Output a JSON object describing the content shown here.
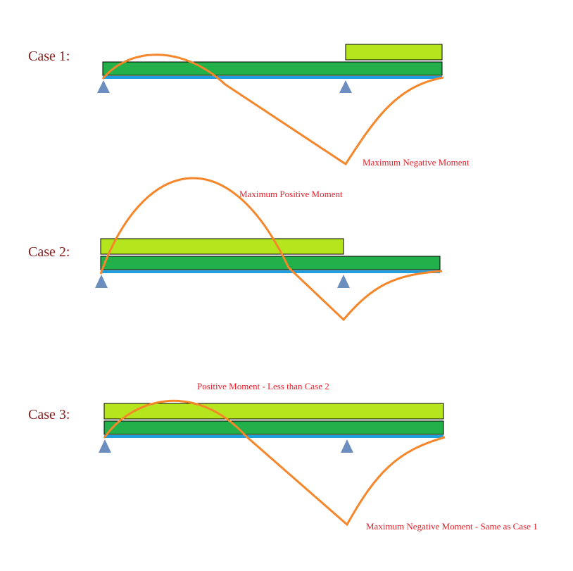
{
  "colors": {
    "case_label": "#8b1a1a",
    "annotation": "#e8202a",
    "dead_load": "#22b04a",
    "live_load": "#b5e61d",
    "beam": "#1e9fe0",
    "support": "#6c8ebf",
    "moment_curve": "#f6862a"
  },
  "cases": [
    {
      "label": "Case 1:",
      "annotations": [
        {
          "text": "Maximum Negative Moment"
        }
      ]
    },
    {
      "label": "Case 2:",
      "annotations": [
        {
          "text": "Maximum Positive Moment"
        }
      ]
    },
    {
      "label": "Case 3:",
      "annotations": [
        {
          "text": "Positive Moment - Less than Case 2"
        },
        {
          "text": "Maximum Negative Moment - Same as Case 1"
        }
      ]
    }
  ]
}
